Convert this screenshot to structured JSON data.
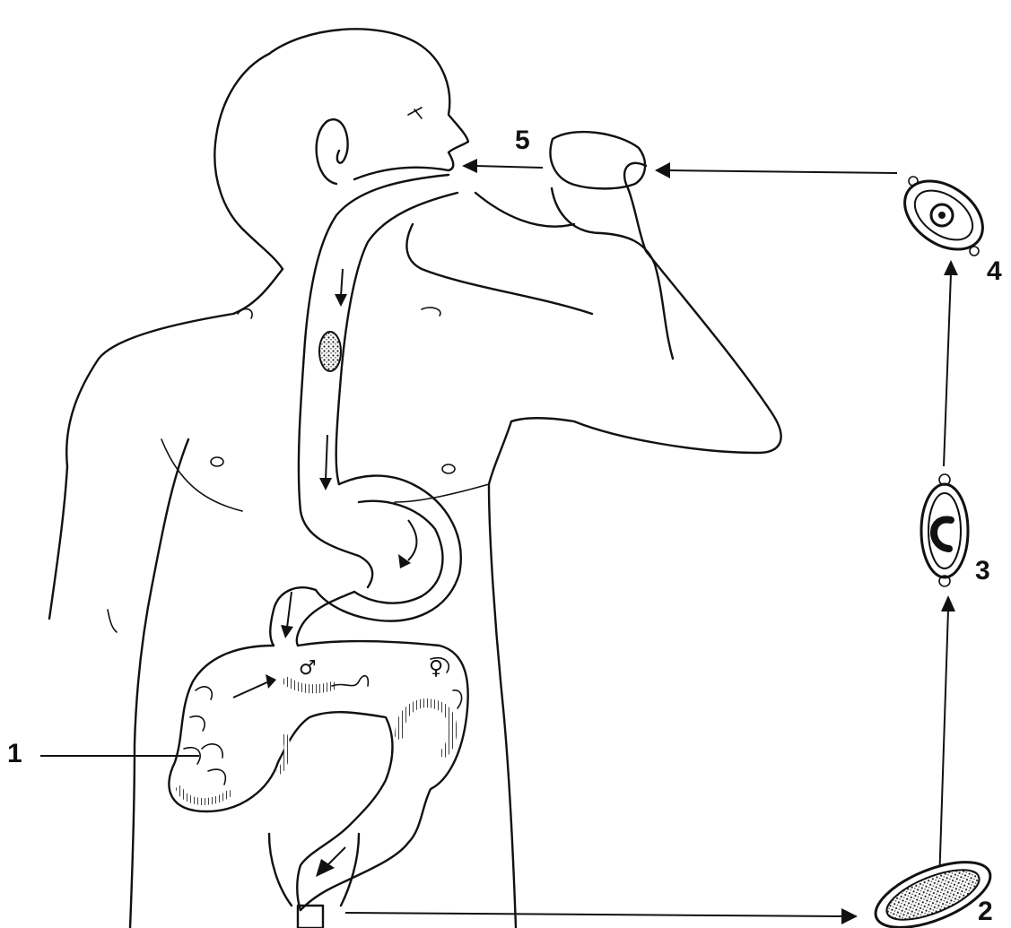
{
  "labels": {
    "l1": "1",
    "l2": "2",
    "l3": "3",
    "l4": "4",
    "l5": "5"
  },
  "symbols": {
    "male": "♂",
    "female": "♀"
  },
  "colors": {
    "ink": "#111111",
    "background": "#ffffff"
  }
}
